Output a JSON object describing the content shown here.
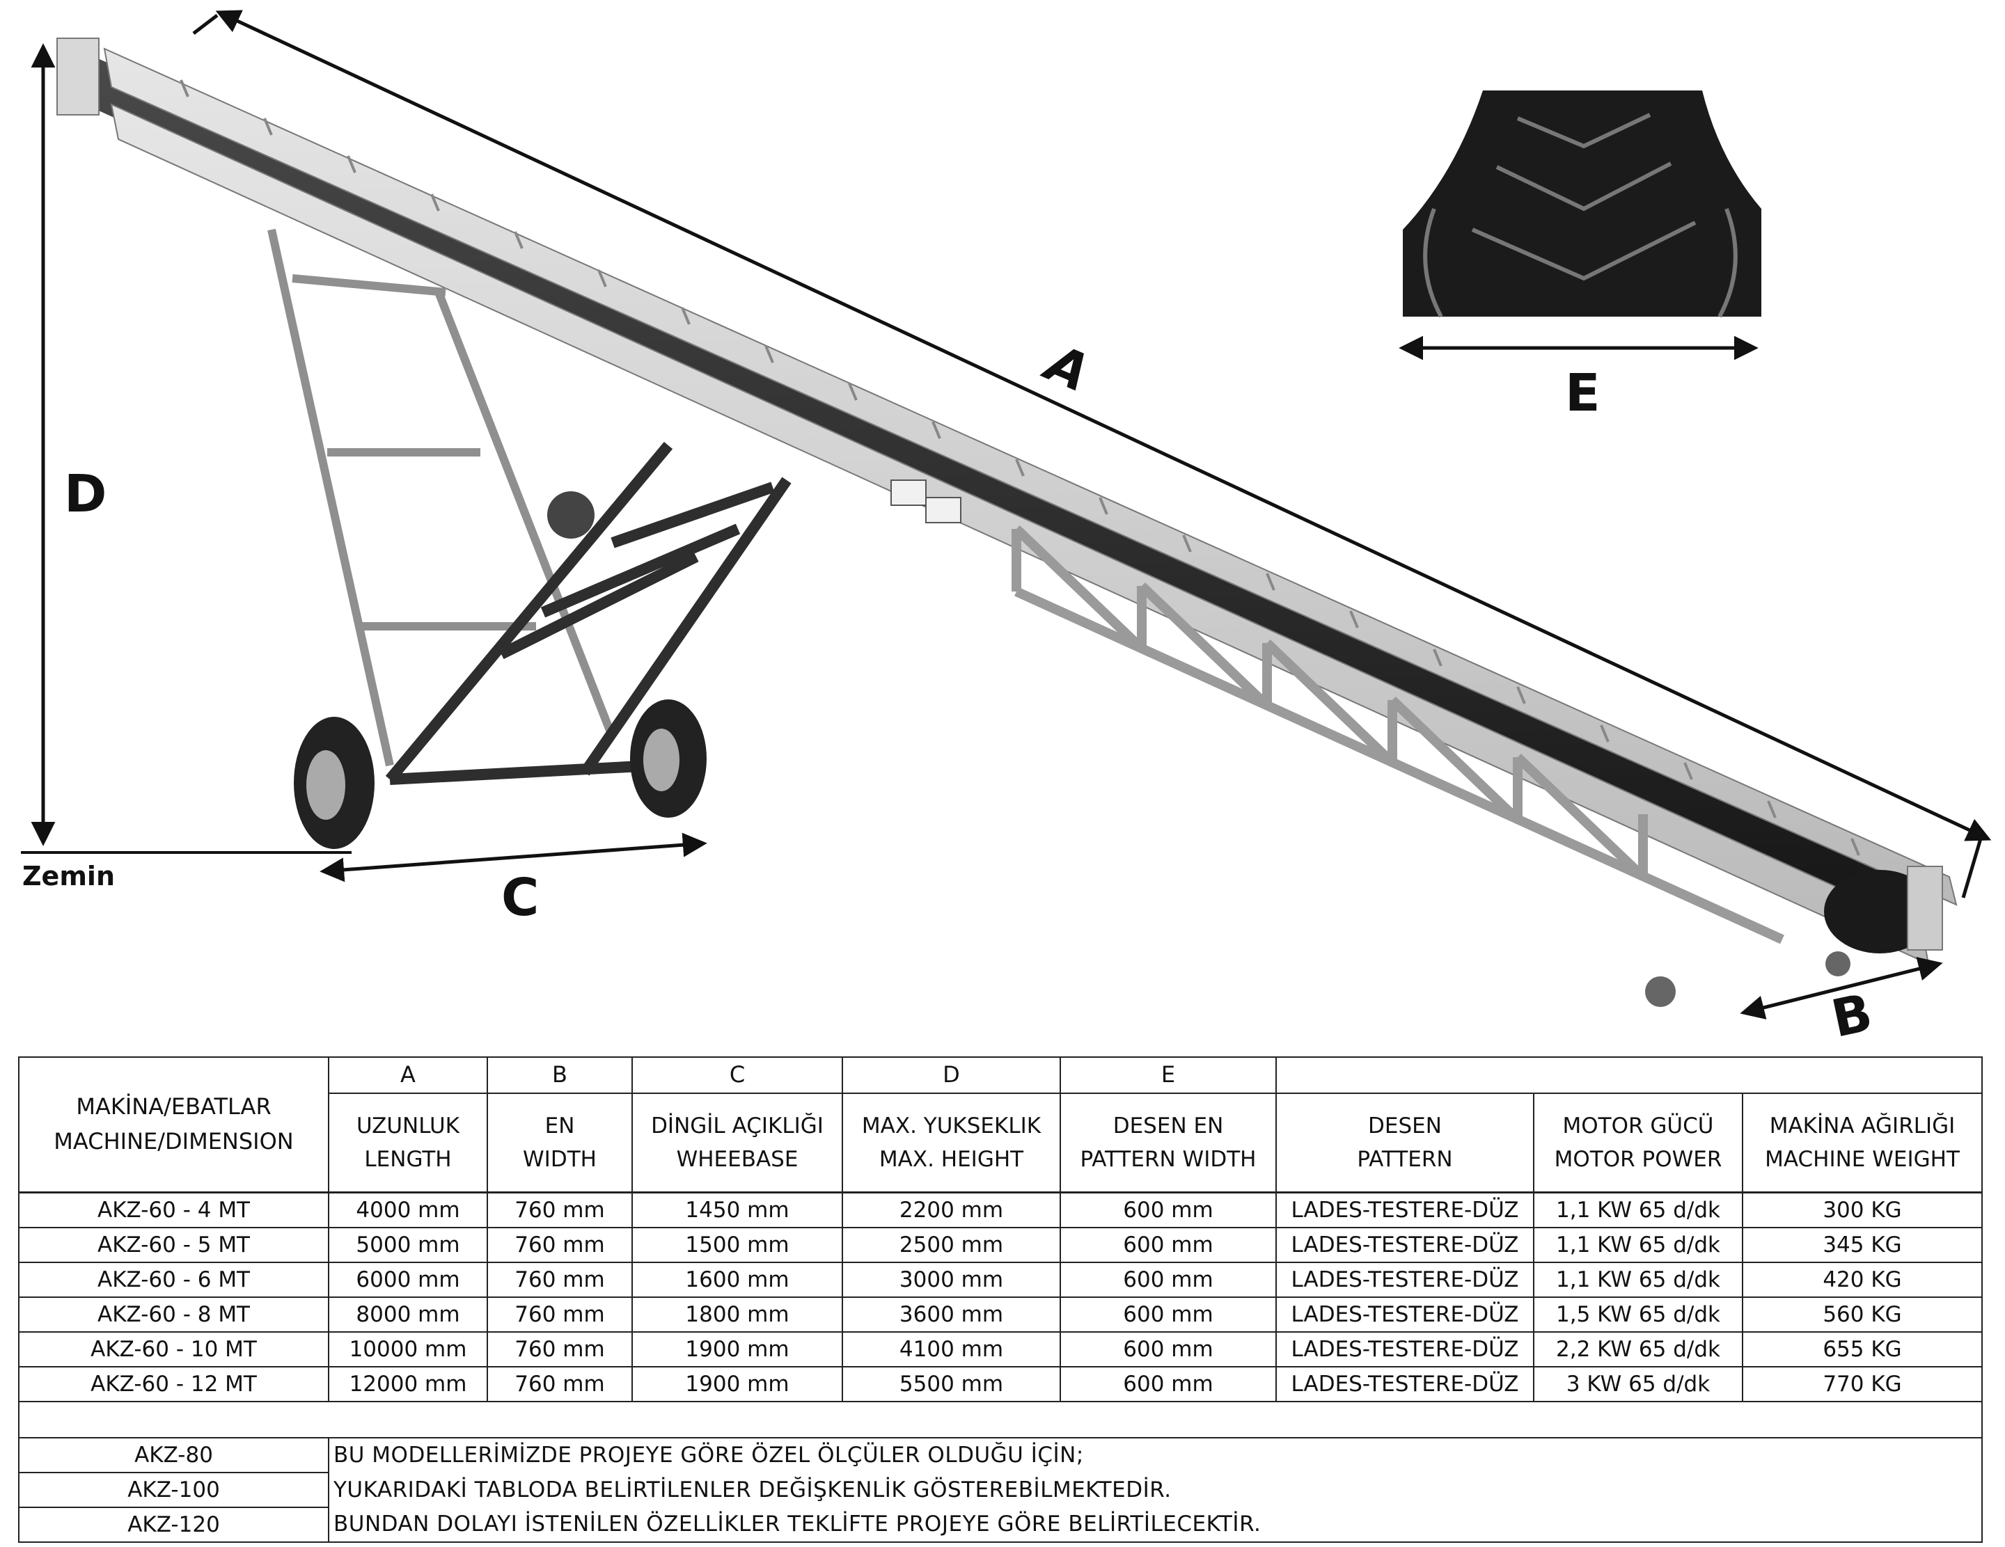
{
  "labels": {
    "A": "A",
    "B": "B",
    "C": "C",
    "D": "D",
    "E": "E",
    "ground": "Zemin"
  },
  "table": {
    "letters": [
      "A",
      "B",
      "C",
      "D",
      "E"
    ],
    "header_first": [
      "MAKİNA/EBATLAR",
      "MACHINE/DIMENSION"
    ],
    "headers": [
      [
        "UZUNLUK",
        "LENGTH"
      ],
      [
        "EN",
        "WIDTH"
      ],
      [
        "DİNGİL AÇIKLIĞI",
        "WHEEBASE"
      ],
      [
        "MAX. YUKSEKLIK",
        "MAX. HEIGHT"
      ],
      [
        "DESEN EN",
        "PATTERN WIDTH"
      ],
      [
        "DESEN",
        "PATTERN"
      ],
      [
        "MOTOR GÜCÜ",
        "MOTOR POWER"
      ],
      [
        "MAKİNA AĞIRLIĞI",
        "MACHINE WEIGHT"
      ]
    ],
    "rows": [
      [
        "AKZ-60 - 4 MT",
        "4000 mm",
        "760 mm",
        "1450 mm",
        "2200 mm",
        "600 mm",
        "LADES-TESTERE-DÜZ",
        "1,1 KW 65 d/dk",
        "300 KG"
      ],
      [
        "AKZ-60 - 5 MT",
        "5000 mm",
        "760 mm",
        "1500 mm",
        "2500 mm",
        "600 mm",
        "LADES-TESTERE-DÜZ",
        "1,1 KW 65 d/dk",
        "345 KG"
      ],
      [
        "AKZ-60 - 6 MT",
        "6000 mm",
        "760 mm",
        "1600 mm",
        "3000 mm",
        "600 mm",
        "LADES-TESTERE-DÜZ",
        "1,1 KW 65 d/dk",
        "420 KG"
      ],
      [
        "AKZ-60 - 8 MT",
        "8000 mm",
        "760 mm",
        "1800 mm",
        "3600 mm",
        "600 mm",
        "LADES-TESTERE-DÜZ",
        "1,5 KW 65 d/dk",
        "560 KG"
      ],
      [
        "AKZ-60 - 10 MT",
        "10000 mm",
        "760 mm",
        "1900 mm",
        "4100 mm",
        "600 mm",
        "LADES-TESTERE-DÜZ",
        "2,2 KW 65 d/dk",
        "655 KG"
      ],
      [
        "AKZ-60 - 12 MT",
        "12000 mm",
        "760 mm",
        "1900 mm",
        "5500 mm",
        "600 mm",
        "LADES-TESTERE-DÜZ",
        "3 KW 65 d/dk",
        "770 KG"
      ]
    ],
    "other_models": [
      "AKZ-80",
      "AKZ-100",
      "AKZ-120"
    ],
    "notes": [
      "BU MODELLERİMİZDE PROJEYE GÖRE ÖZEL ÖLÇÜLER OLDUĞU İÇİN;",
      "YUKARIDAKİ TABLODA BELİRTİLENLER DEĞİŞKENLİK GÖSTEREBİLMEKTEDİR.",
      "BUNDAN DOLAYI İSTENİLEN ÖZELLİKLER TEKLİFTE PROJEYE GÖRE BELİRTİLECEKTİR."
    ]
  }
}
